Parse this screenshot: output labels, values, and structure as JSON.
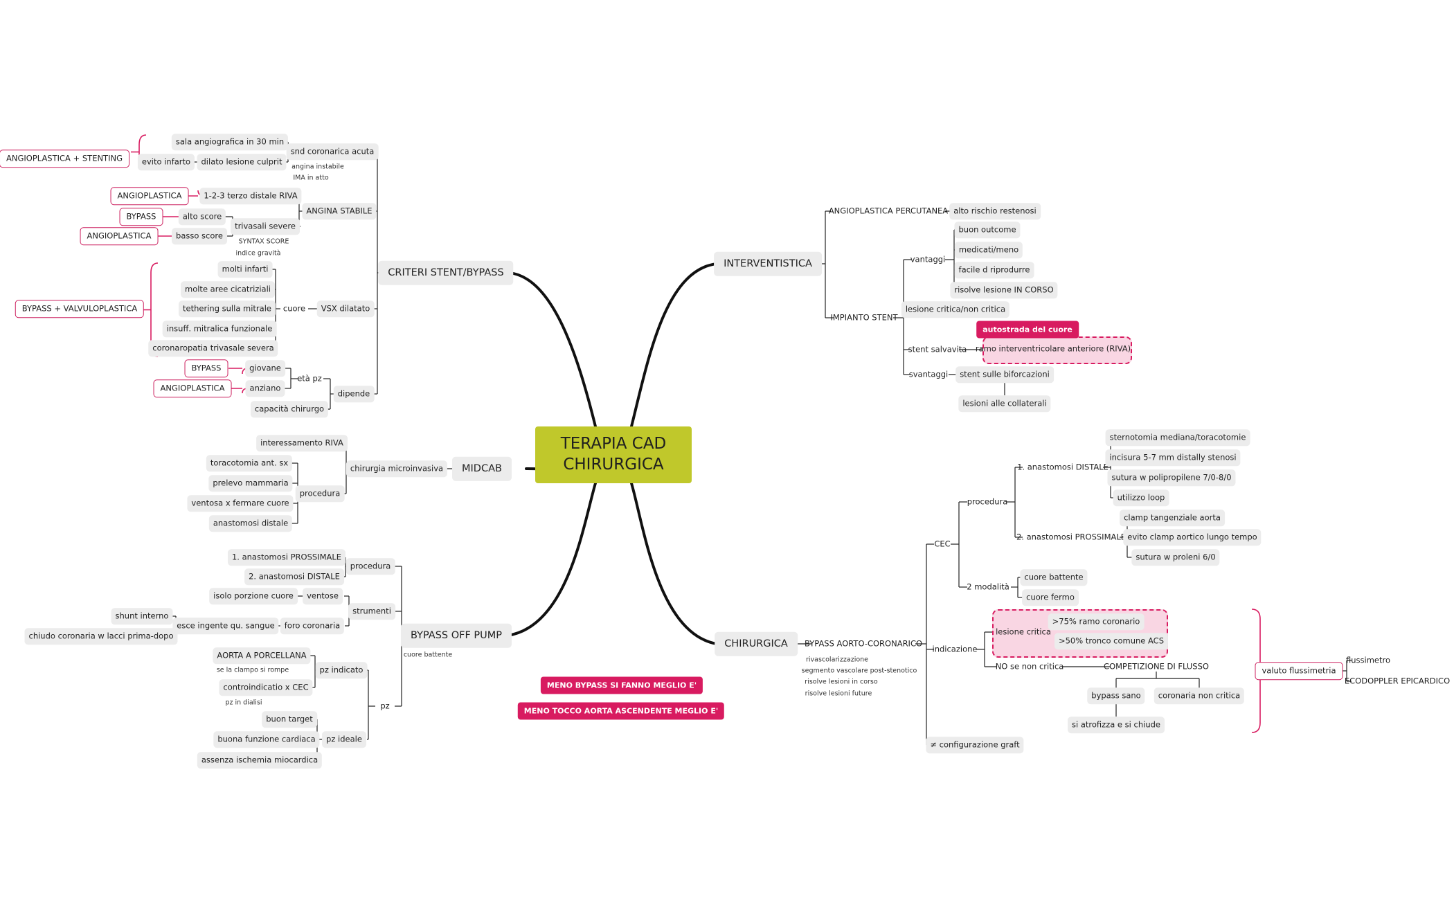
{
  "root": {
    "title": "TERAPIA CAD\nCHIRURGICA"
  },
  "colors": {
    "root_bg": "#c0c82b",
    "accent": "#d81b60",
    "node_bg": "#ececec",
    "line": "#111111"
  },
  "branches": {
    "criteri": "CRITERI STENT/BYPASS",
    "midcab": "MIDCAB",
    "offpump": "BYPASS OFF PUMP",
    "interventistica": "INTERVENTISTICA",
    "chirurgica": "CHIRURGICA"
  },
  "criteri": {
    "snd": "snd coronarica acuta",
    "sala": "sala angiografica in 30 min",
    "dilato": "dilato lesione culprit",
    "evito": "evito infarto",
    "box_angio_stent": "ANGIOPLASTICA + STENTING",
    "angina_instabile": "angina instabile",
    "ima": "IMA in atto",
    "angina_stabile": "ANGINA STABILE",
    "terzo": "1-2-3 terzo distale RIVA",
    "box_angio1": "ANGIOPLASTICA",
    "trivasali": "trivasali severe",
    "alto": "alto score",
    "basso": "basso score",
    "box_bypass1": "BYPASS",
    "box_angio2": "ANGIOPLASTICA",
    "syntax": "SYNTAX SCORE",
    "indice": "indice gravità",
    "vsx": "VSX dilatato",
    "cuore": "cuore",
    "molti": "molti infarti",
    "aree": "molte aree cicatriziali",
    "tethering": "tethering sulla mitrale",
    "insuff": "insuff. mitralica funzionale",
    "coronaropatia": "coronaropatia trivasale severa",
    "box_bypass_valvulo": "BYPASS + VALVULOPLASTICA",
    "dipende": "dipende",
    "eta": "età pz",
    "giovane": "giovane",
    "anziano": "anziano",
    "box_bypass2": "BYPASS",
    "box_angio3": "ANGIOPLASTICA",
    "capacita": "capacità chirurgo"
  },
  "midcab": {
    "chirurgia": "chirurgia microinvasiva",
    "interessamento": "interessamento RIVA",
    "procedura": "procedura",
    "toracotomia": "toracotomia ant. sx",
    "prelevo": "prelevo mammaria",
    "ventosa": "ventosa x fermare cuore",
    "anastomosi": "anastomosi distale"
  },
  "offpump": {
    "cuore_battente": "cuore battente",
    "procedura": "procedura",
    "prossimale": "1. anastomosi PROSSIMALE",
    "distale": "2. anastomosi DISTALE",
    "strumenti": "strumenti",
    "ventose": "ventose",
    "isolo": "isolo porzione cuore",
    "foro": "foro coronaria",
    "esce": "esce ingente qu. sangue",
    "shunt": "shunt interno",
    "chiudo": "chiudo coronaria w lacci prima-dopo",
    "pz": "pz",
    "pz_indicato": "pz indicato",
    "aorta": "AORTA A PORCELLANA",
    "clampo": "se la clampo si rompe",
    "controind": "controindicatio x CEC",
    "dialisi": "pz in dialisi",
    "pz_ideale": "pz ideale",
    "buon_target": "buon target",
    "buona_funzione": "buona funzione cardiaca",
    "assenza": "assenza ischemia miocardica"
  },
  "notes": {
    "meno_bypass": "MENO BYPASS SI FANNO MEGLIO E'",
    "meno_tocco": "MENO TOCCO AORTA ASCENDENTE MEGLIO E'"
  },
  "interventistica": {
    "angioplastica": "ANGIOPLASTICA PERCUTANEA",
    "alto_rischio": "alto rischio restenosi",
    "impianto": "IMPIANTO STENT",
    "vantaggi": "vantaggi",
    "buon_outcome": "buon outcome",
    "medicati": "medicati/meno",
    "facile": "facile d riprodurre",
    "risolve": "risolve lesione IN CORSO",
    "lesione_critica": "lesione critica/non critica",
    "stent_salvavita": "stent salvavita",
    "autostrada": "autostrada del cuore",
    "ramo": "ramo interventricolare anteriore (RIVA)",
    "svantaggi": "svantaggi",
    "biforcazioni": "stent sulle biforcazioni",
    "collaterali": "lesioni alle collaterali"
  },
  "chirurgica": {
    "bypass_ac": "BYPASS AORTO-CORONARICO",
    "rivasc": "rivascolarizzazione",
    "segmento": "segmento vascolare post-stenotico",
    "risolve_corso": "risolve lesioni in corso",
    "risolve_future": "risolve lesioni future",
    "cec": "CEC",
    "procedura": "procedura",
    "an_distale": "1. anastomosi DISTALE",
    "sternotomia": "sternotomia mediana/toracotomie",
    "incisura": "incisura 5-7 mm distally stenosi",
    "sutura_poli": "sutura w polipropilene 7/0-8/0",
    "loop": "utilizzo loop",
    "an_prossimale": "2. anastomosi PROSSIMALE",
    "clamp": "clamp tangenziale aorta",
    "evito_clamp": "evito clamp aortico lungo tempo",
    "sutura_pro": "sutura w proleni 6/0",
    "modalita": "2 modalità",
    "battente": "cuore battente",
    "fermo": "cuore fermo",
    "indicazione": "indicazione",
    "lesione_critica": "lesione critica",
    "ramo75": ">75% ramo coronario",
    "tronco50": ">50% tronco comune ACS",
    "non_critica": "NO se non critica",
    "competizione": "COMPETIZIONE DI FLUSSO",
    "bypass_sano": "bypass sano",
    "coronaria_nc": "coronaria non critica",
    "atrofizza": "si atrofizza e si chiude",
    "valuto": "valuto flussimetria",
    "flussimetro": "flussimetro",
    "ecodoppler": "ECODOPPLER EPICARDICO",
    "configurazione": "≠ configurazione graft"
  }
}
